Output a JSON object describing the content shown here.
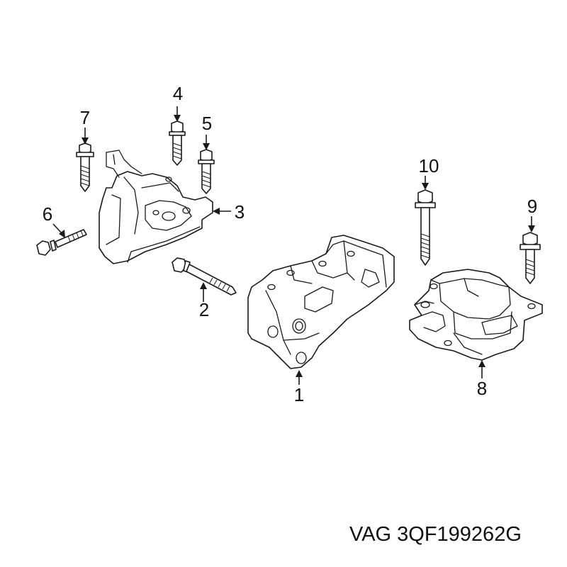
{
  "callouts": {
    "c1": "1",
    "c2": "2",
    "c3": "3",
    "c4": "4",
    "c5": "5",
    "c6": "6",
    "c7": "7",
    "c8": "8",
    "c9": "9",
    "c10": "10"
  },
  "part_number": "VAG 3QF199262G",
  "colors": {
    "line": "#1a1a1a",
    "background": "#ffffff"
  }
}
